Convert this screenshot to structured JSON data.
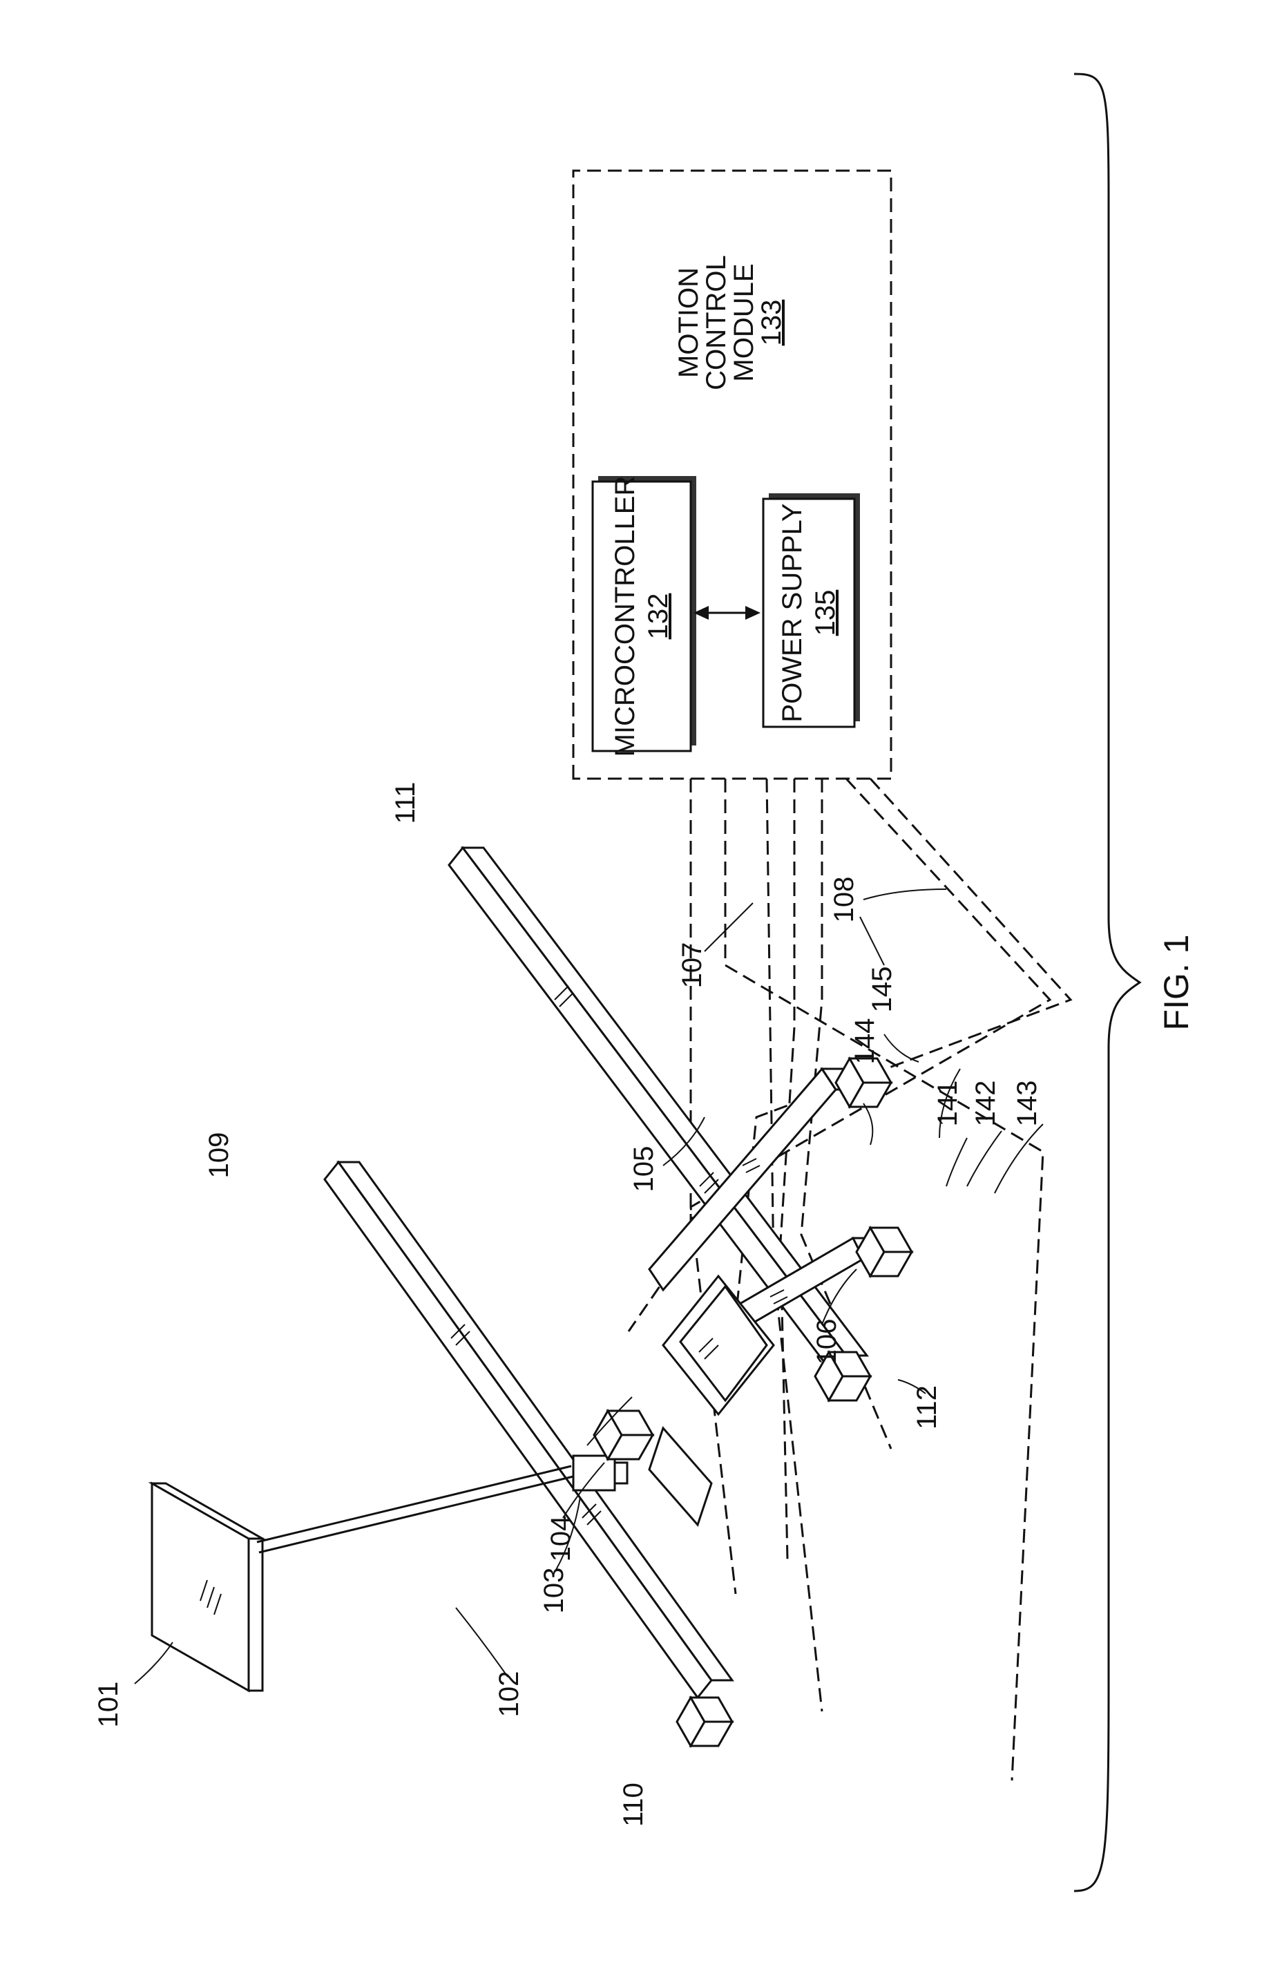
{
  "figure_label": "FIG. 1",
  "module": {
    "title_lines": [
      "MOTION",
      "CONTROL",
      "MODULE"
    ],
    "number": "133"
  },
  "microcontroller": {
    "label": "MICROCONTROLLER",
    "number": "132"
  },
  "power_supply": {
    "label": "POWER SUPPLY",
    "number": "135"
  },
  "reference_numerals": {
    "r101": "101",
    "r102": "102",
    "r103": "103",
    "r104": "104",
    "r105": "105",
    "r106": "106",
    "r107": "107",
    "r108": "108",
    "r109": "109",
    "r110": "110",
    "r111": "111",
    "r112": "112",
    "r141": "141",
    "r142": "142",
    "r143": "143",
    "r144": "144",
    "r145": "145"
  }
}
